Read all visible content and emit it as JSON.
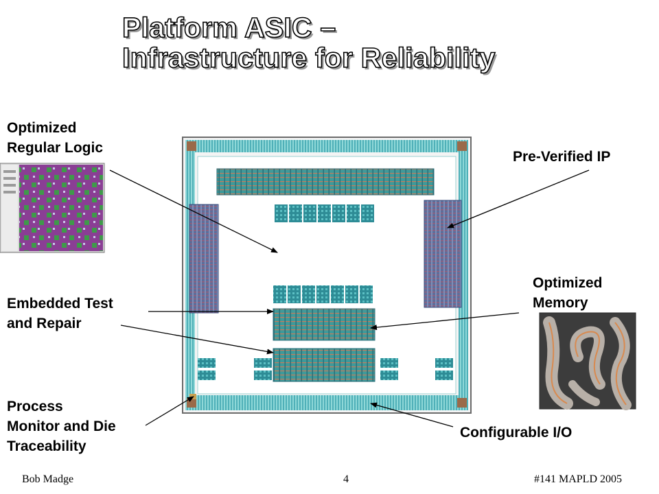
{
  "title": {
    "line1": "Platform ASIC –",
    "line2": "Infrastructure for Reliability"
  },
  "labels": {
    "optimized_regular_logic": [
      "Optimized",
      "Regular Logic"
    ],
    "pre_verified_ip": "Pre-Verified IP",
    "embedded_test": [
      "Embedded Test",
      "and Repair"
    ],
    "optimized_memory": [
      "Optimized",
      "Memory"
    ],
    "process_monitor": [
      "Process",
      "Monitor and Die",
      "Traceability"
    ],
    "configurable_io": "Configurable I/O"
  },
  "footer": {
    "author": "Bob Madge",
    "page": "4",
    "event": "#141 MAPLD 2005"
  }
}
